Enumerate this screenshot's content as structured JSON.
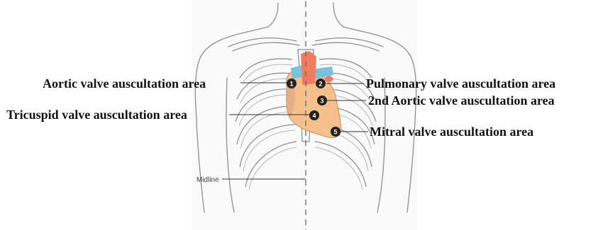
{
  "labels": {
    "aortic": "Aortic valve auscultation area",
    "pulmonary": "Pulmonary valve auscultation area",
    "aortic2": "2nd Aortic valve auscultation area",
    "tricuspid": "Tricuspid valve auscultation area",
    "mitral": "Mitral valve auscultation area",
    "midline": "Midline"
  },
  "markers": {
    "m1": "1",
    "m2": "2",
    "m3": "3",
    "m4": "4",
    "m5": "5"
  },
  "colors": {
    "heart": "#f5c08c",
    "aorta": "#ef7c5f",
    "pulmonary_vessels": "#7cc0dd",
    "marker": "#222222",
    "leader": "#333333"
  }
}
